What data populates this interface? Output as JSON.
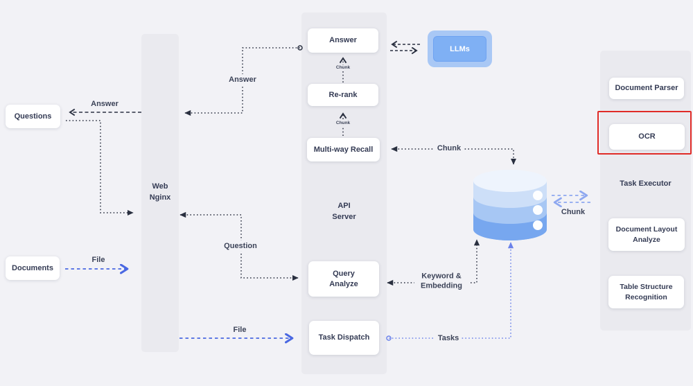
{
  "diagram": {
    "nodes": {
      "questions": "Questions",
      "documents": "Documents",
      "web_nginx": "Web Nginx",
      "api_server": "API Server",
      "answer": "Answer",
      "re_rank": "Re-rank",
      "multi_way_recall": "Multi-way Recall",
      "query_analyze": "Query Analyze",
      "task_dispatch": "Task Dispatch",
      "llms": "LLMs",
      "task_executor": "Task Executor",
      "document_parser": "Document Parser",
      "ocr": "OCR",
      "document_layout_analyze": "Document Layout Analyze",
      "table_structure_recognition": "Table Structure Recognition"
    },
    "edge_labels": {
      "answer_to_questions": "Answer",
      "answer_to_nginx": "Answer",
      "question": "Question",
      "file_documents": "File",
      "file_dispatch": "File",
      "chunk_rerank_to_answer": "Chunk",
      "chunk_recall_to_rerank": "Chunk",
      "chunk_db_to_recall": "Chunk",
      "chunk_db_executor": "Chunk",
      "keyword_embedding": "Keyword & Embedding",
      "tasks": "Tasks"
    },
    "colors": {
      "background": "#f2f2f6",
      "panel": "#eaeaef",
      "node_bg": "#ffffff",
      "text": "#343b54",
      "edge_dark": "#2a3040",
      "edge_blue": "#4a68e2",
      "edge_light_blue": "#8ea8f0",
      "llm_outer": "#a9c8f5",
      "llm_inner": "#7fb0f4",
      "db_top": "#eef4fd",
      "db_band1": "#cddff8",
      "db_band2": "#a7c7f4",
      "db_band3": "#77a7ef",
      "highlight_red": "#e02b27"
    }
  }
}
